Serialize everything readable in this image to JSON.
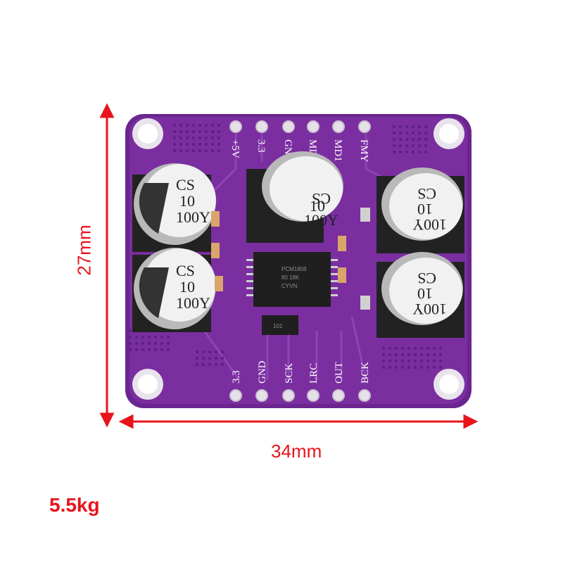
{
  "dimensions": {
    "height": "27mm",
    "width": "34mm"
  },
  "weight": "5.5kg",
  "top_pins": [
    "+5V",
    "3.3",
    "GND",
    "MDO",
    "MD1",
    "FMY"
  ],
  "bottom_pins": [
    "3.3",
    "GND",
    "SCK",
    "LRC",
    "OUT",
    "BCK"
  ],
  "capacitors": [
    {
      "lines": [
        "CS",
        "10",
        "100Y"
      ]
    },
    {
      "lines": [
        "CS",
        "10",
        "100Y"
      ]
    },
    {
      "lines": [
        "CS",
        "10",
        "100Y"
      ]
    },
    {
      "lines": [
        "CS",
        "10",
        "100Y"
      ]
    },
    {
      "lines": [
        "CS",
        "10",
        "100Y"
      ]
    }
  ],
  "chip_marking": [
    "PCM1808",
    "80 18K",
    "CYVN"
  ],
  "small_chip_marking": "101",
  "colors": {
    "board": "#7a2ea0",
    "dimension": "#e8141b"
  }
}
